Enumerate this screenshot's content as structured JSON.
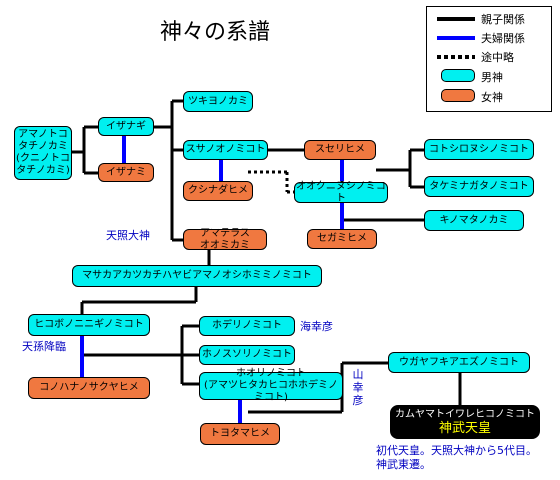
{
  "title": "神々の系譜",
  "legend": {
    "parent_child": "親子関係",
    "marriage": "夫婦関係",
    "abbreviated": "途中略",
    "male": "男神",
    "female": "女神"
  },
  "colors": {
    "male": "#00f0f0",
    "female": "#f07840",
    "marriage": "#0000ff",
    "parent_child": "#000000"
  },
  "nodes": {
    "amanotokotachi": "アマノトコ\nタチノカミ\n(クニノトコ\nタチノカミ)",
    "izanagi": "イザナギ",
    "izanami": "イザナミ",
    "tsukiyomi": "ツキヨノカミ",
    "susanoo": "スサノオノミコト",
    "kushinadahime": "クシナダヒメ",
    "amaterasu": "アマテラス\nオオミカミ",
    "suserihime": "スセリヒメ",
    "okuninushi": "オオクニヌシノミコト",
    "segamihime": "セガミヒメ",
    "kotoshironushi": "コトシロヌシノミコト",
    "takeminakata": "タケミナガタノミコト",
    "kinomata": "キノマタノカミ",
    "masakaakatsu": "マサカアカツカチハヤビアマノオシホミミノミコト",
    "ninigi": "ヒコボノニニギノミコト",
    "konohanasakuya": "コノハナノサクヤヒメ",
    "hoderi": "ホデリノミコト",
    "hosusori": "ホノスソリノミコト",
    "hoori": "ホオリノミコト\n(アマツヒタカヒコホホデミノミコト)",
    "toyotamahime": "トヨタマヒメ",
    "ugayafukiaezu": "ウガヤフキアエズノミコト",
    "kamuyamato": "カムヤマトイワレヒコノミコト",
    "jinmu": "神武天皇"
  },
  "notes": {
    "amaterasu_label": "天照大神",
    "tenson_korin": "天孫降臨",
    "umisachi": "海幸彦",
    "yamasachi": "山\n幸\n彦",
    "jinmu_note_1": "初代天皇。天照大神から5代目。",
    "jinmu_note_2": "神武東遷。"
  }
}
